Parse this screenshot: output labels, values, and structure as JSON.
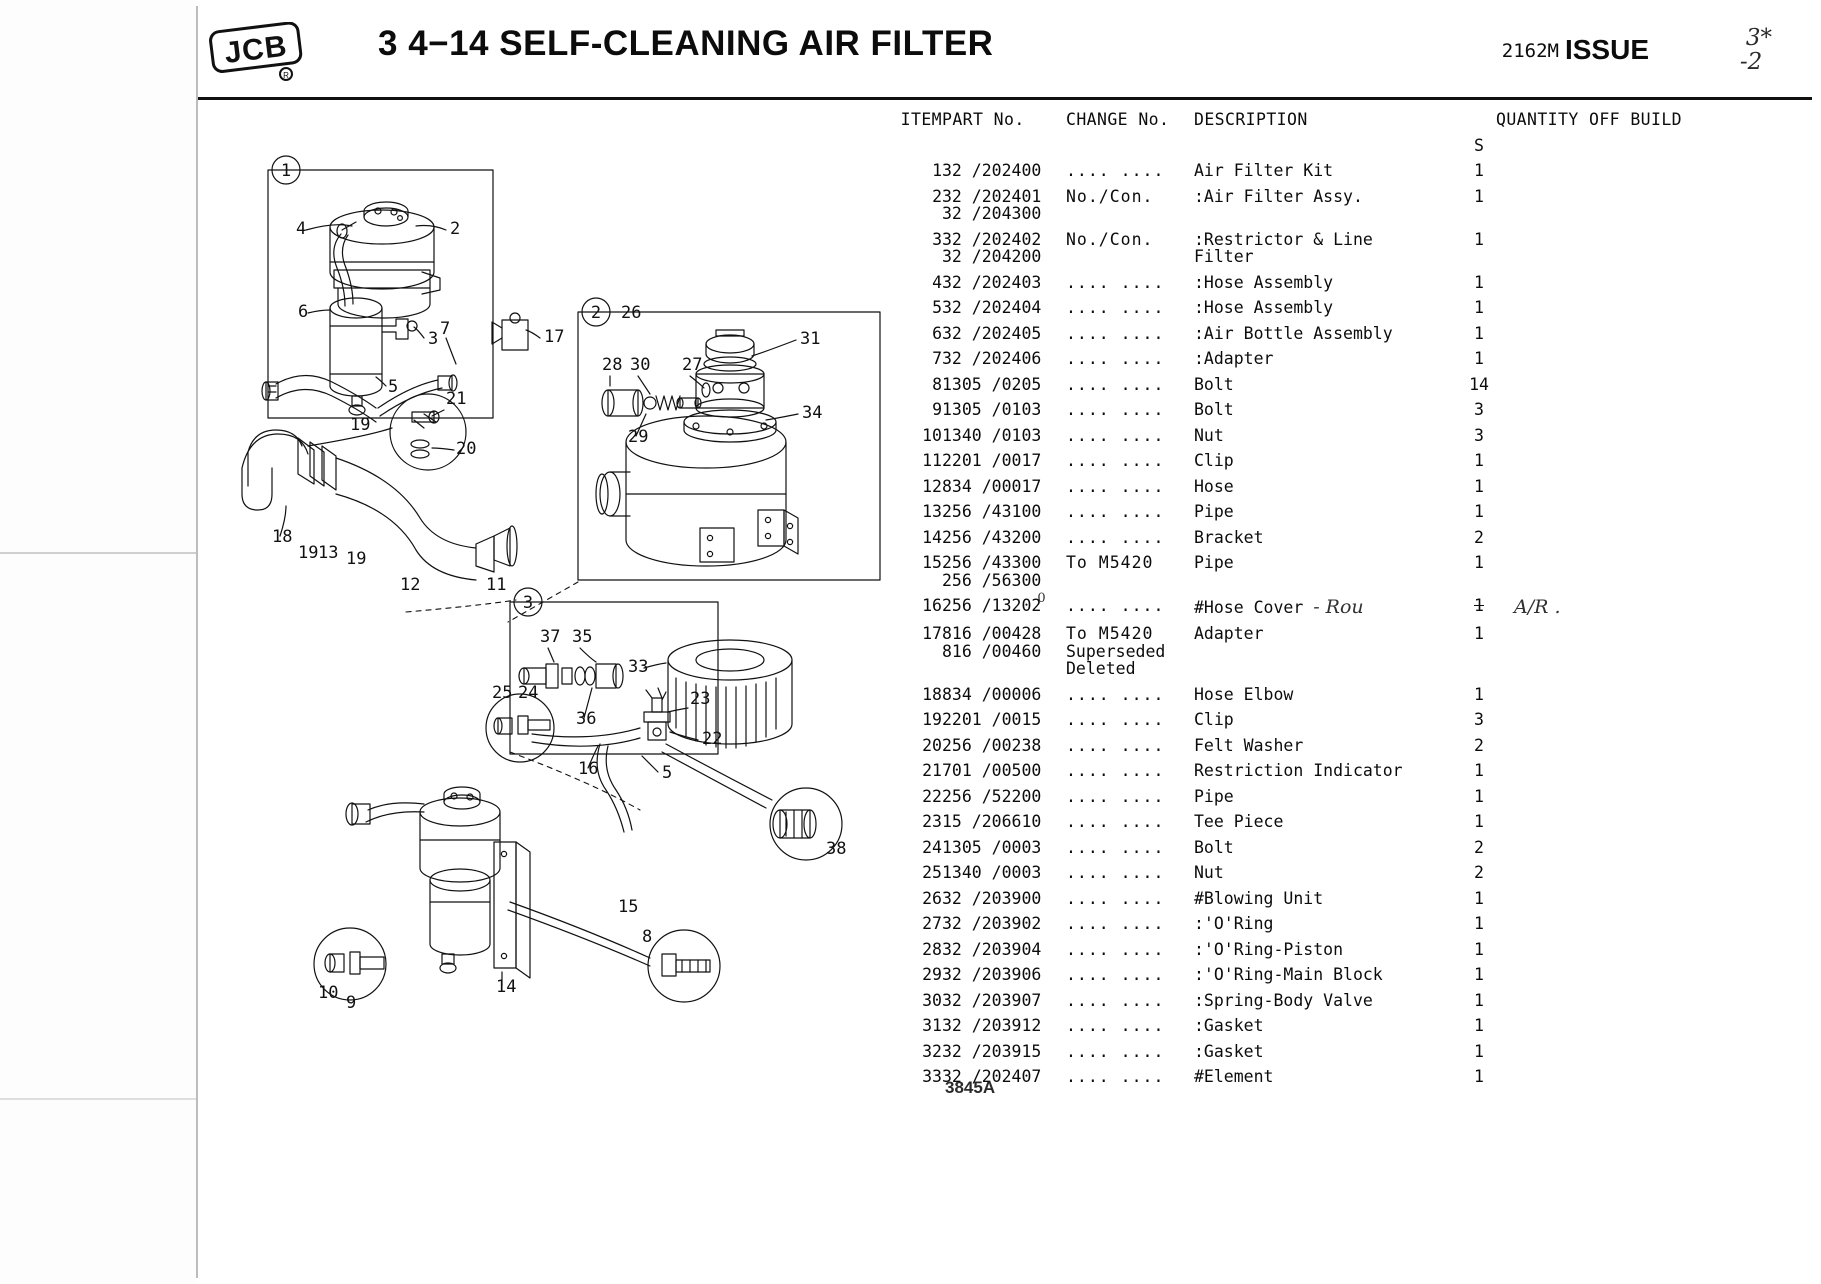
{
  "header": {
    "logo_text": "JCB",
    "logo_mark": "®",
    "title": "3 4−14 SELF-CLEANING AIR FILTER",
    "issue_code": "2162M",
    "issue_label": "ISSUE",
    "handwritten_issue_line1": "3*",
    "handwritten_issue_line2": "-2"
  },
  "table": {
    "columns": {
      "item": "ITEM",
      "part_no": "PART No.",
      "change_no": "CHANGE No.",
      "description": "DESCRIPTION",
      "quantity": "QUANTITY OFF BUILD"
    },
    "build_code": "S",
    "rows": [
      {
        "item": "1",
        "part": "32 /202400",
        "change": ".... ....",
        "desc": "Air Filter Kit",
        "qty": "1"
      },
      {
        "item": "2",
        "part": "32 /202401",
        "change": "No./Con.",
        "desc": ":Air Filter Assy.",
        "qty": "1",
        "part2": "32 /204300"
      },
      {
        "item": "3",
        "part": "32 /202402",
        "change": "No./Con.",
        "desc": ":Restrictor & Line",
        "qty": "1",
        "part2": "32 /204200",
        "desc2": "Filter"
      },
      {
        "item": "4",
        "part": "32 /202403",
        "change": ".... ....",
        "desc": ":Hose Assembly",
        "qty": "1"
      },
      {
        "item": "5",
        "part": "32 /202404",
        "change": ".... ....",
        "desc": ":Hose Assembly",
        "qty": "1"
      },
      {
        "item": "6",
        "part": "32 /202405",
        "change": ".... ....",
        "desc": ":Air Bottle Assembly",
        "qty": "1"
      },
      {
        "item": "7",
        "part": "32 /202406",
        "change": ".... ....",
        "desc": ":Adapter",
        "qty": "1"
      },
      {
        "item": "8",
        "part": "1305 /0205",
        "change": ".... ....",
        "desc": "Bolt",
        "qty": "14"
      },
      {
        "item": "9",
        "part": "1305 /0103",
        "change": ".... ....",
        "desc": "Bolt",
        "qty": "3"
      },
      {
        "item": "10",
        "part": "1340 /0103",
        "change": ".... ....",
        "desc": "Nut",
        "qty": "3"
      },
      {
        "item": "11",
        "part": "2201 /0017",
        "change": ".... ....",
        "desc": "Clip",
        "qty": "1"
      },
      {
        "item": "12",
        "part": "834 /00017",
        "change": ".... ....",
        "desc": "Hose",
        "qty": "1"
      },
      {
        "item": "13",
        "part": "256 /43100",
        "change": ".... ....",
        "desc": "Pipe",
        "qty": "1"
      },
      {
        "item": "14",
        "part": "256 /43200",
        "change": ".... ....",
        "desc": "Bracket",
        "qty": "2"
      },
      {
        "item": "15",
        "part": "256 /43300",
        "change": "To M5420",
        "desc": "Pipe",
        "qty": "1",
        "part2": "256 /56300"
      },
      {
        "item": "16",
        "part": "256 /13202",
        "change": ".... ....",
        "desc": "#Hose Cover",
        "qty": "1",
        "part_sup_hand": "0",
        "desc_hand": "- Rou",
        "qty_struck": true,
        "qty_hand": "A/R ."
      },
      {
        "item": "17",
        "part": "816 /00428",
        "change": "To M5420",
        "desc": "Adapter",
        "qty": "1",
        "part2": "816 /00460",
        "change2": "Superseded",
        "change3": "Deleted"
      },
      {
        "item": "18",
        "part": "834 /00006",
        "change": ".... ....",
        "desc": "Hose Elbow",
        "qty": "1"
      },
      {
        "item": "19",
        "part": "2201 /0015",
        "change": ".... ....",
        "desc": "Clip",
        "qty": "3"
      },
      {
        "item": "20",
        "part": "256 /00238",
        "change": ".... ....",
        "desc": "Felt Washer",
        "qty": "2"
      },
      {
        "item": "21",
        "part": "701 /00500",
        "change": ".... ....",
        "desc": "Restriction Indicator",
        "qty": "1"
      },
      {
        "item": "22",
        "part": "256 /52200",
        "change": ".... ....",
        "desc": "Pipe",
        "qty": "1"
      },
      {
        "item": "23",
        "part": "15 /206610",
        "change": ".... ....",
        "desc": "Tee Piece",
        "qty": "1"
      },
      {
        "item": "24",
        "part": "1305 /0003",
        "change": ".... ....",
        "desc": "Bolt",
        "qty": "2"
      },
      {
        "item": "25",
        "part": "1340 /0003",
        "change": ".... ....",
        "desc": "Nut",
        "qty": "2"
      },
      {
        "item": "26",
        "part": "32 /203900",
        "change": ".... ....",
        "desc": "#Blowing Unit",
        "qty": "1"
      },
      {
        "item": "27",
        "part": "32 /203902",
        "change": ".... ....",
        "desc": ":'O'Ring",
        "qty": "1"
      },
      {
        "item": "28",
        "part": "32 /203904",
        "change": ".... ....",
        "desc": ":'O'Ring-Piston",
        "qty": "1"
      },
      {
        "item": "29",
        "part": "32 /203906",
        "change": ".... ....",
        "desc": ":'O'Ring-Main Block",
        "qty": "1"
      },
      {
        "item": "30",
        "part": "32 /203907",
        "change": ".... ....",
        "desc": ":Spring-Body Valve",
        "qty": "1"
      },
      {
        "item": "31",
        "part": "32 /203912",
        "change": ".... ....",
        "desc": ":Gasket",
        "qty": "1"
      },
      {
        "item": "32",
        "part": "32 /203915",
        "change": ".... ....",
        "desc": ":Gasket",
        "qty": "1"
      },
      {
        "item": "33",
        "part": "32 /202407",
        "change": ".... ....",
        "desc": "#Element",
        "qty": "1"
      }
    ]
  },
  "illustration": {
    "figure_ref": "3845A",
    "detail_labels": [
      "1",
      "2",
      "3"
    ],
    "callouts": [
      "1",
      "2",
      "3",
      "4",
      "5",
      "6",
      "7",
      "8",
      "9",
      "10",
      "11",
      "12",
      "13",
      "14",
      "15",
      "16",
      "17",
      "18",
      "19",
      "20",
      "21",
      "22",
      "23",
      "24",
      "25",
      "26",
      "27",
      "28",
      "29",
      "30",
      "31",
      "33",
      "34",
      "35",
      "36",
      "37",
      "38"
    ]
  }
}
